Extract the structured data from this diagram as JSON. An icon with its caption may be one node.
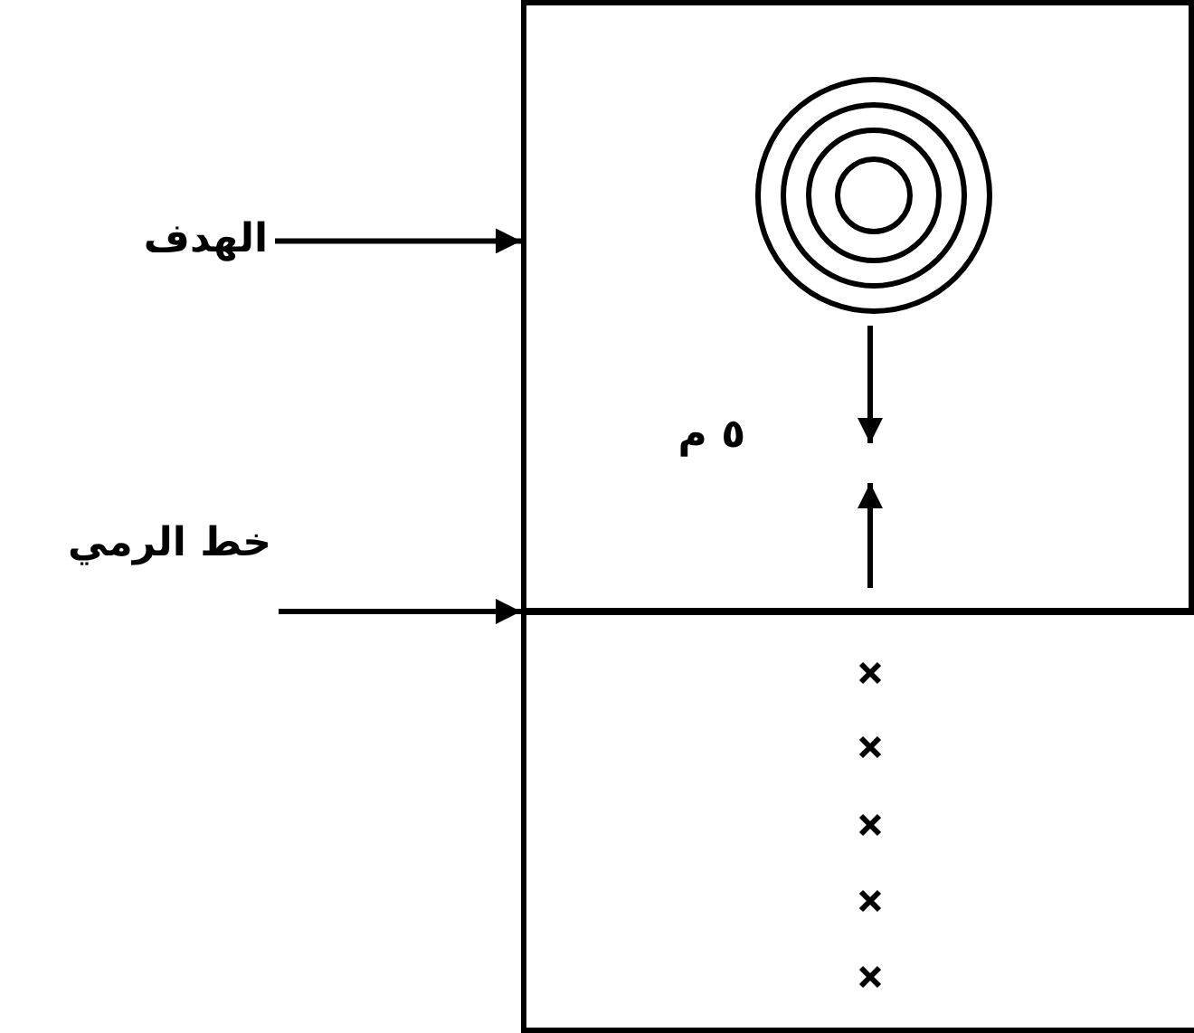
{
  "diagram": {
    "nodes": [
      {
        "text": [
          "الهدف"
        ]
      },
      {
        "text": [],
        "shape": "box"
      },
      {
        "text": [
          "خط الرمي"
        ]
      },
      {
        "text": [],
        "shape": "line"
      }
    ],
    "edges": [
      {
        "from": 0,
        "to": 1,
        "arrow": "to"
      },
      {
        "from": 2,
        "to": 3,
        "arrow": "to"
      }
    ],
    "labels": [
      "٥ م"
    ]
  }
}
